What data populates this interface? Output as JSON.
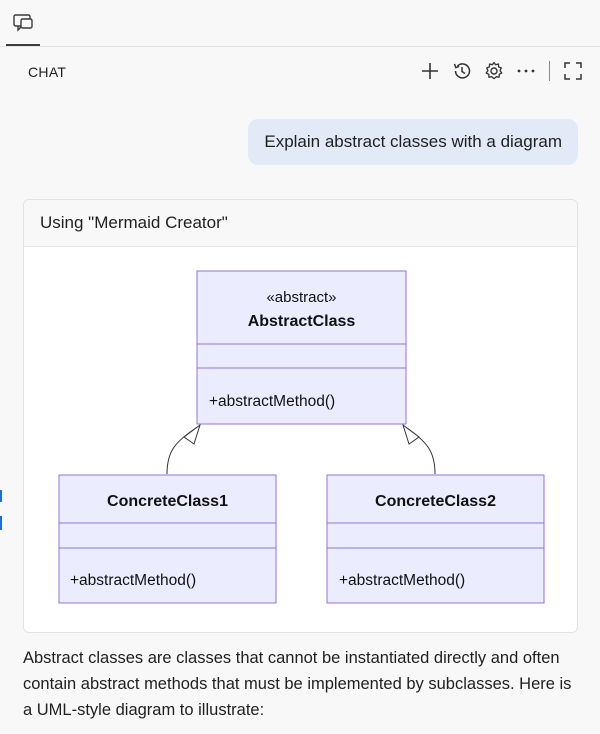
{
  "header": {
    "title": "CHAT",
    "icons": [
      "chat-icon",
      "plus-icon",
      "history-icon",
      "gear-icon",
      "more-icon",
      "maximize-icon"
    ]
  },
  "user_message": "Explain abstract classes with a diagram",
  "tool_card": {
    "title": "Using \"Mermaid Creator\"",
    "diagram": {
      "abstract_class": {
        "stereotype": "«abstract»",
        "name": "AbstractClass",
        "method": "+abstractMethod()"
      },
      "concrete_1": {
        "name": "ConcreteClass1",
        "method": "+abstractMethod()"
      },
      "concrete_2": {
        "name": "ConcreteClass2",
        "method": "+abstractMethod()"
      },
      "colors": {
        "fill": "#ECECFF",
        "stroke": "#9370DB"
      }
    }
  },
  "response": "Abstract classes are classes that cannot be instantiated directly and often contain abstract methods that must be implemented by subclasses. Here is a UML-style diagram to illustrate:"
}
